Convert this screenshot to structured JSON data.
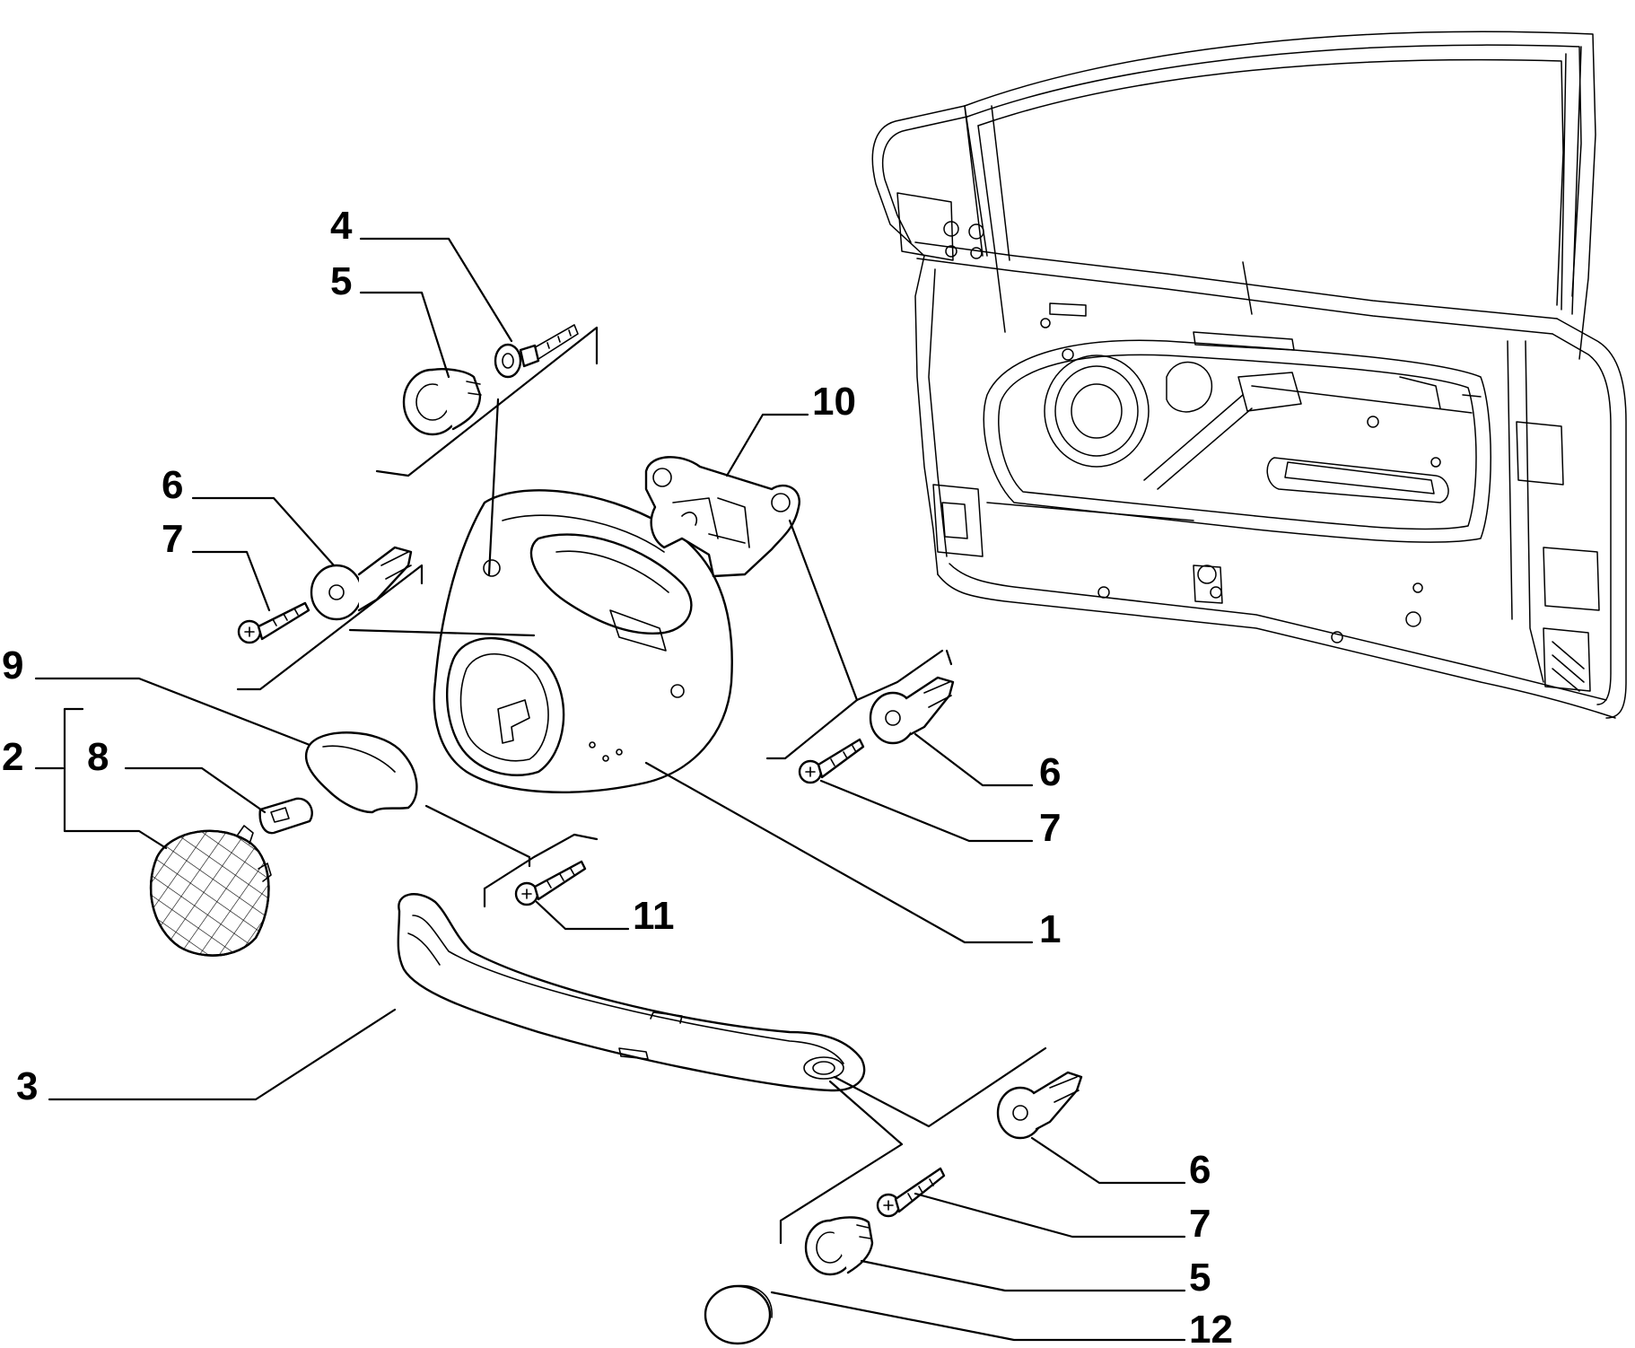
{
  "callouts": {
    "c1": "1",
    "c2": "2",
    "c3": "3",
    "c4": "4",
    "c5_top": "5",
    "c5_bottom": "5",
    "c6_left": "6",
    "c6_right": "6",
    "c6_bottom": "6",
    "c7_left": "7",
    "c7_right": "7",
    "c7_bottom": "7",
    "c8": "8",
    "c9": "9",
    "c10": "10",
    "c11": "11",
    "c12": "12"
  },
  "colors": {
    "line": "#000000",
    "background": "#ffffff"
  }
}
